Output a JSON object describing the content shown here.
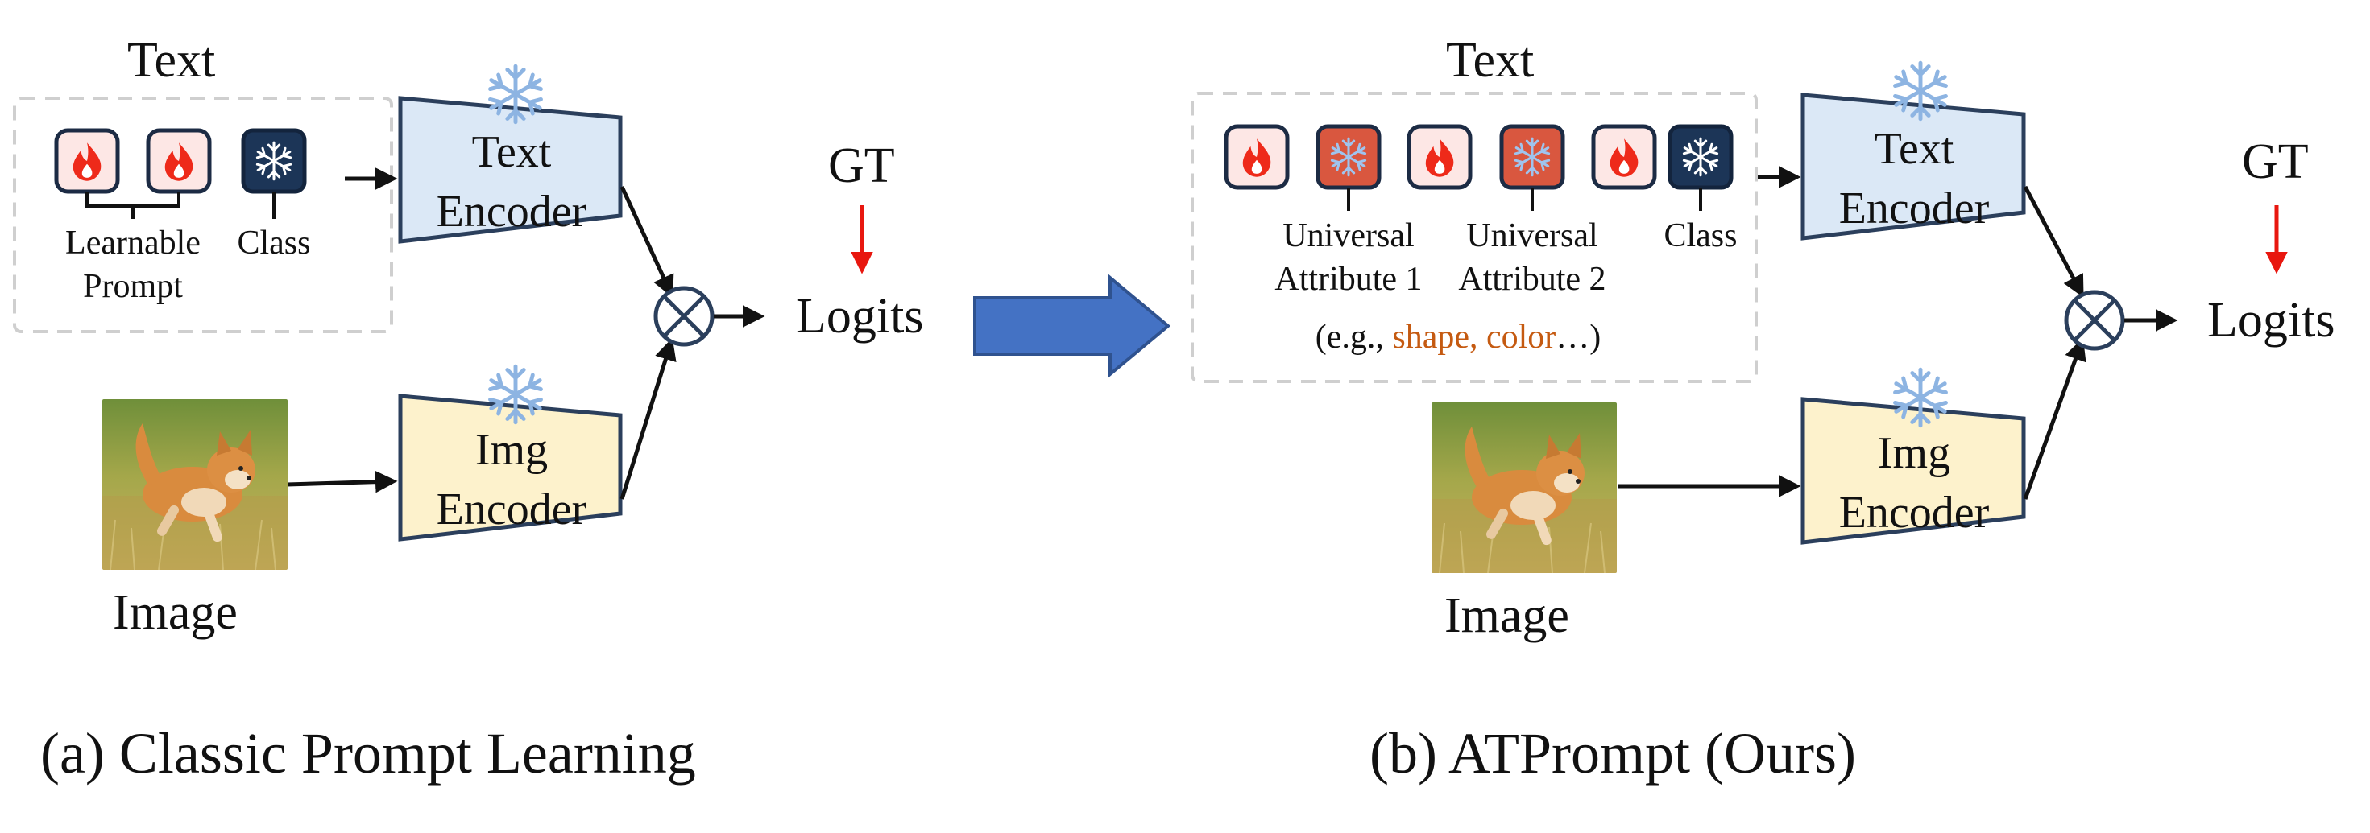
{
  "panel_a": {
    "text_heading": "Text",
    "text_encoder_label": [
      "Text",
      "Encoder"
    ],
    "img_encoder_label": [
      "Img",
      "Encoder"
    ],
    "gt_label": "GT",
    "logits_label": "Logits",
    "learnable_label": [
      "Learnable",
      "Prompt"
    ],
    "class_label": "Class",
    "image_label": "Image",
    "caption": "(a) Classic Prompt Learning"
  },
  "panel_b": {
    "text_heading": "Text",
    "text_encoder_label": [
      "Text",
      "Encoder"
    ],
    "img_encoder_label": [
      "Img",
      "Encoder"
    ],
    "gt_label": "GT",
    "logits_label": "Logits",
    "attr1_label": [
      "Universal",
      "Attribute 1"
    ],
    "attr2_label": [
      "Universal",
      "Attribute 2"
    ],
    "class_label": "Class",
    "example_prefix": "(e.g., ",
    "example_highlight": "shape, color",
    "example_suffix": "…)",
    "image_label": "Image",
    "caption": "(b) ATPrompt (Ours)"
  },
  "colors": {
    "text_encoder_fill": "#dbe8f6",
    "img_encoder_fill": "#fdf2cc",
    "encoder_stroke": "#2b3f5c",
    "attribute_token": "#d9573f",
    "class_token": "#1c3557",
    "learnable_token_fill": "#fde7e5",
    "fire": "#ee2a1a",
    "gt_arrow": "#e8170f",
    "transition_arrow": "#4472c4",
    "highlight_text": "#c55a11",
    "snowflake": "#8db4e2"
  },
  "icons": [
    "fire-icon",
    "snowflake-icon",
    "otimes-icon",
    "dog-photo"
  ]
}
